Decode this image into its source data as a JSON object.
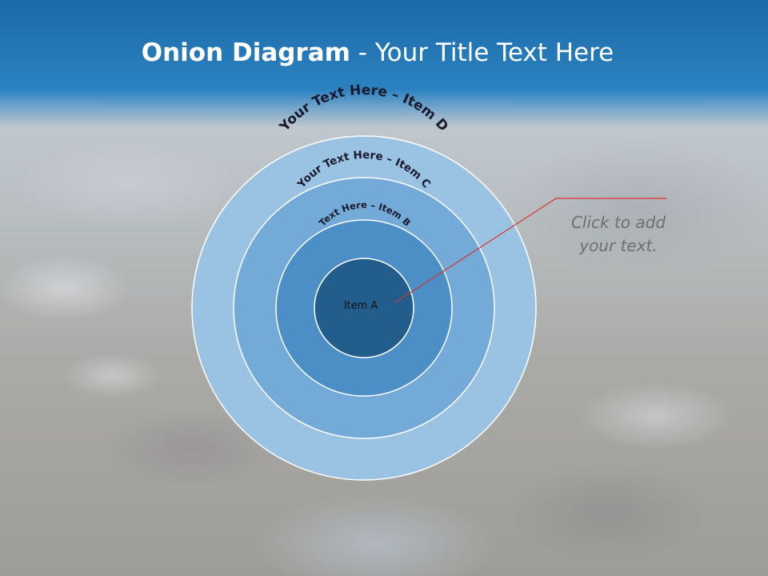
{
  "slide": {
    "title_bold": "Onion Diagram",
    "title_rest": " - Your Title Text Here"
  },
  "diagram": {
    "layers": [
      {
        "id": "d",
        "label": "Your Text Here – Item D",
        "color": "#9ac2e3"
      },
      {
        "id": "c",
        "label": "Your Text Here – Item C",
        "color": "#74aad7"
      },
      {
        "id": "b",
        "label": "Text Here – Item B",
        "color": "#4b8fc6"
      },
      {
        "id": "a",
        "label": "Item A",
        "color": "#235d8b"
      }
    ]
  },
  "callout": {
    "text": "Click  to add\nyour text.",
    "line_color": "#d9342b"
  }
}
